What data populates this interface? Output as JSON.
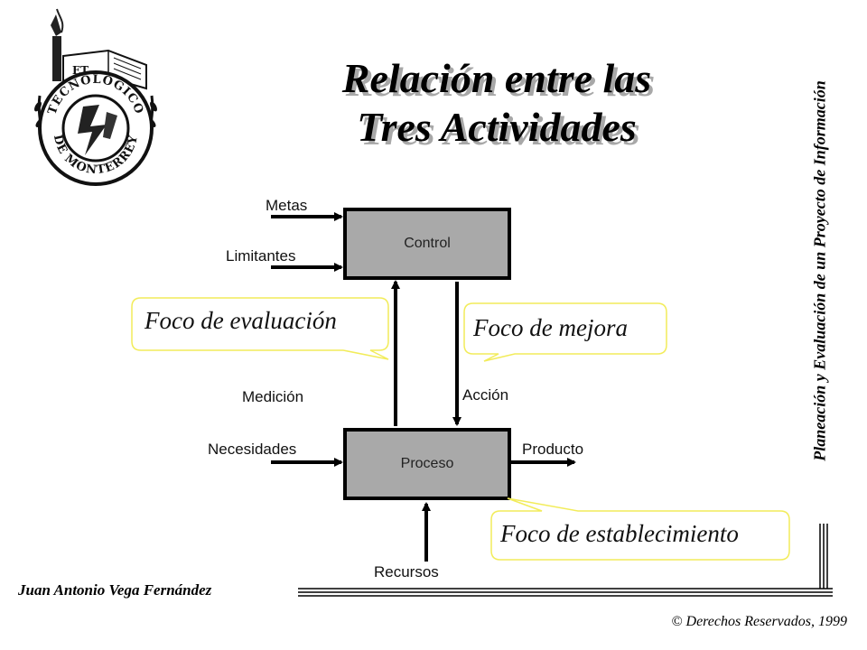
{
  "title": {
    "line1": "Relación entre las",
    "line2": "Tres Actividades"
  },
  "logo": {
    "text_top": "TECNOLOGICO",
    "text_bottom": "DE MONTERREY",
    "book_letters": "ET"
  },
  "diagram": {
    "control_box": "Control",
    "process_box": "Proceso",
    "inputs_control": [
      "Metas",
      "Limitantes"
    ],
    "medicion": "Medición",
    "accion": "Acción",
    "necesidades": "Necesidades",
    "producto": "Producto",
    "recursos": "Recursos",
    "callouts": {
      "evaluacion": "Foco de evaluación",
      "mejora": "Foco de mejora",
      "establecimiento": "Foco de establecimiento"
    }
  },
  "sidebar_title": "Planeación y Evaluación de un Proyecto de Información",
  "author": "Juan Antonio Vega Fernández",
  "copyright": "© Derechos Reservados, 1999",
  "colors": {
    "box_fill": "#a9a9a9",
    "callout_border": "#f2ec5a",
    "title_shadow": "#a8a8a8"
  }
}
